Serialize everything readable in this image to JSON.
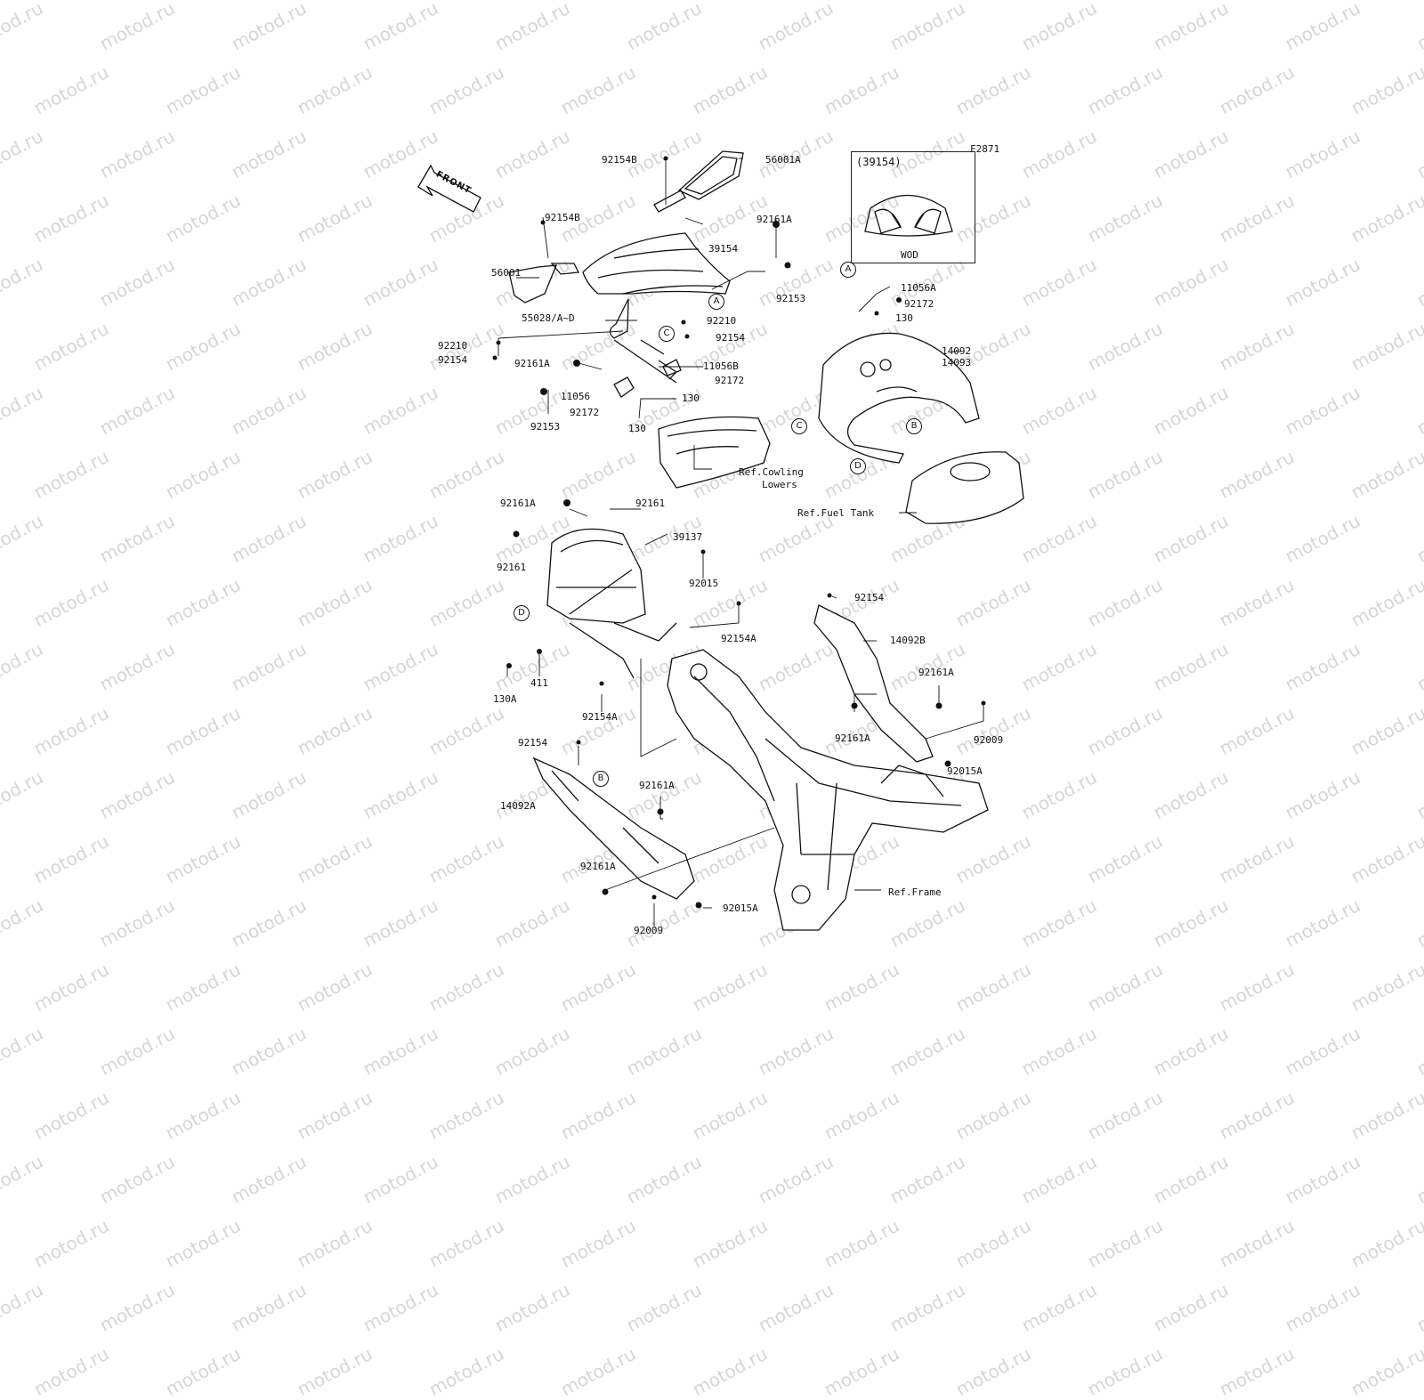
{
  "watermark": "motod.ru",
  "figure_code": "F2871",
  "front_marker": "FRONT",
  "inset": {
    "title": "(39154)",
    "caption": "WOD"
  },
  "callouts": [
    "A",
    "B",
    "C",
    "D"
  ],
  "part_labels": [
    "92154B",
    "56001A",
    "92154B",
    "92161A",
    "39154",
    "56001",
    "92153",
    "55028/A~D",
    "92210",
    "92154",
    "92210",
    "92154",
    "92161A",
    "11056B",
    "92172",
    "11056",
    "130",
    "92172",
    "130",
    "92153",
    "11056A",
    "92172",
    "130",
    "14092",
    "14093",
    "Ref.Cowling",
    "Lowers",
    "Ref.Fuel Tank",
    "92161A",
    "92161",
    "39137",
    "92161",
    "92015",
    "92154A",
    "130A",
    "411",
    "92154A",
    "92154",
    "14092B",
    "92161A",
    "92161A",
    "92009",
    "92015A",
    "92154",
    "14092A",
    "92161A",
    "92161A",
    "92015A",
    "92009",
    "Ref.Frame"
  ],
  "colors": {
    "line": "#111111",
    "watermark": "#d6d6d6",
    "background": "#ffffff"
  }
}
